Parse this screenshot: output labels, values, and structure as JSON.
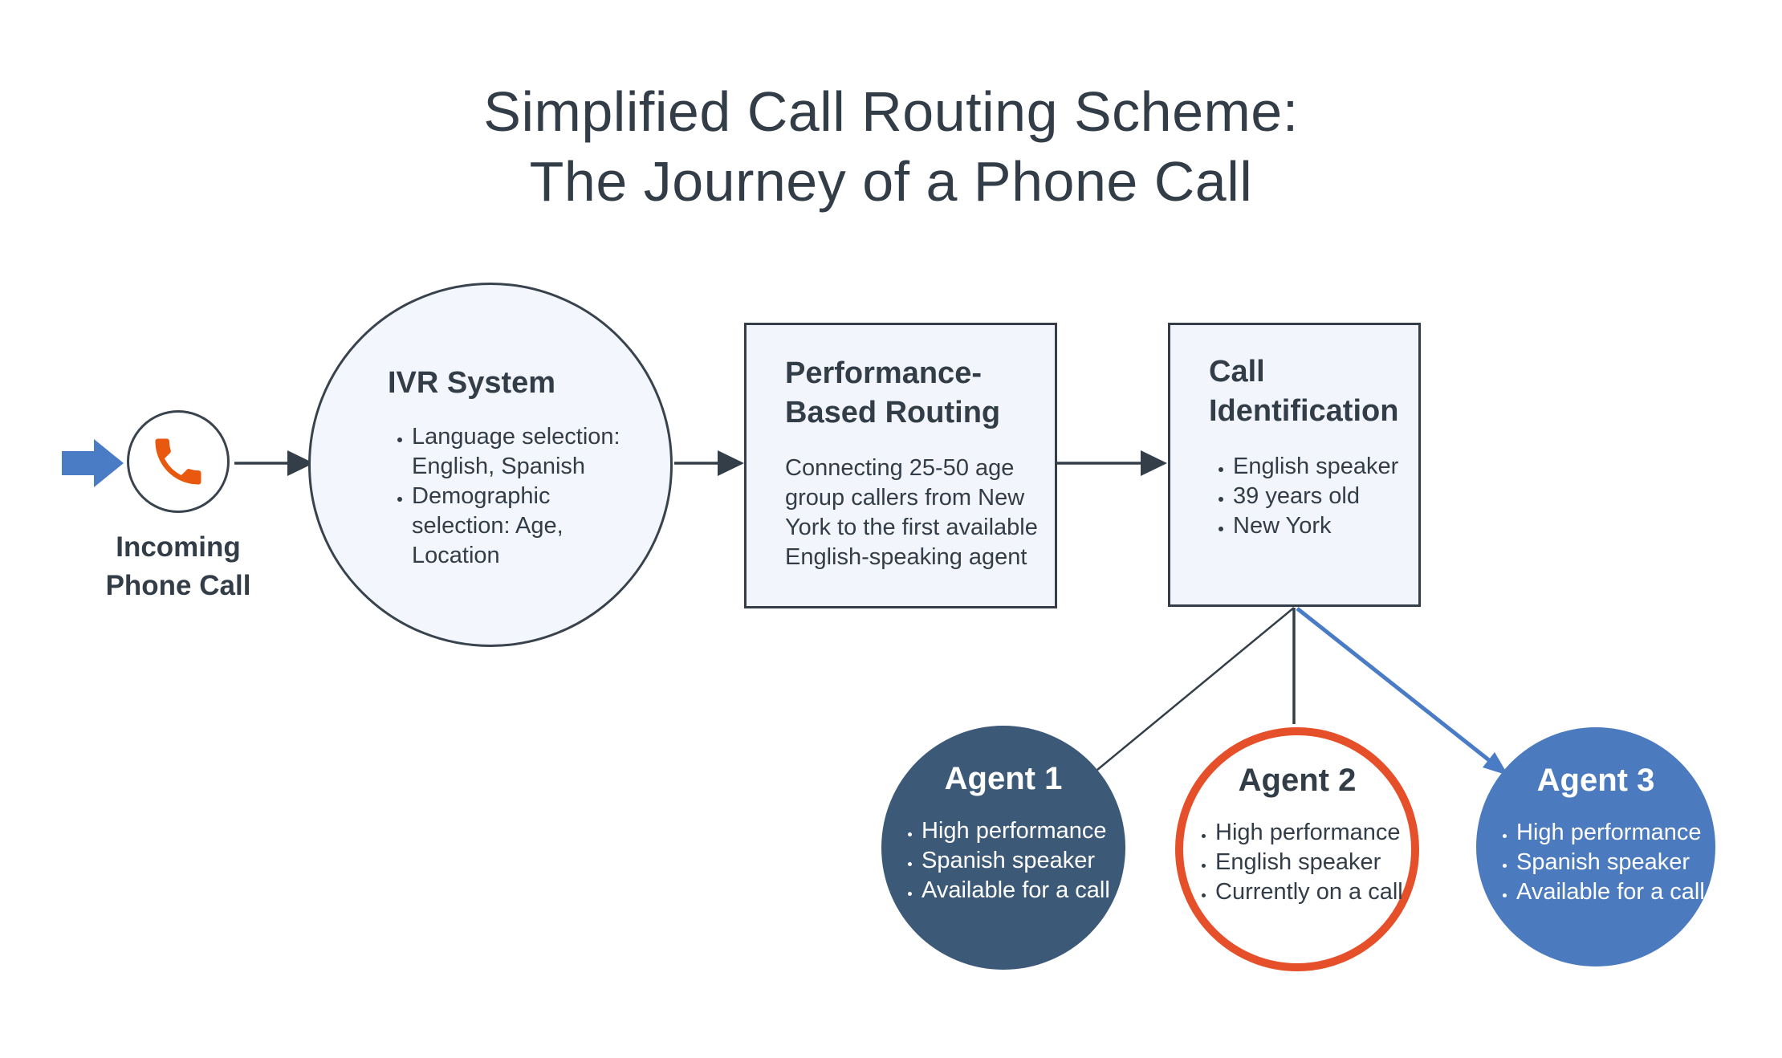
{
  "title": {
    "line1": "Simplified Call Routing Scheme:",
    "line2": "The Journey of a Phone Call"
  },
  "incoming": {
    "label": "Incoming Phone Call",
    "icon": "phone-icon",
    "entry_icon": "arrow-right-icon"
  },
  "ivr": {
    "title": "IVR System",
    "bullets": [
      "Language selection: English, Spanish",
      "Demographic selection: Age, Location"
    ]
  },
  "performance_routing": {
    "title": "Performance-Based Routing",
    "body": "Connecting 25-50 age group callers from New York to the first available English-speaking agent"
  },
  "call_identification": {
    "title": "Call Identification",
    "bullets": [
      "English speaker",
      "39 years old",
      "New York"
    ]
  },
  "agents": [
    {
      "name": "Agent 1",
      "bullets": [
        "High performance",
        "Spanish speaker",
        "Available for a call"
      ]
    },
    {
      "name": "Agent 2",
      "bullets": [
        "High performance",
        "English speaker",
        "Currently on a call"
      ]
    },
    {
      "name": "Agent 3",
      "bullets": [
        "High performance",
        "Spanish speaker",
        "Available for a call"
      ]
    }
  ],
  "colors": {
    "ink": "#333D48",
    "panel_fill": "#F2F5FC",
    "circle_fill": "#F3F6FD",
    "node_line": "#39434E",
    "connector": "#333E49",
    "accent_blue": "#4A7CC6",
    "agent1_fill": "#3C5A78",
    "agent2_ring": "#E5502B",
    "agent3_fill": "#4B7BBE",
    "phone_orange": "#E8580E",
    "agent_text": "#FFFFFF"
  }
}
